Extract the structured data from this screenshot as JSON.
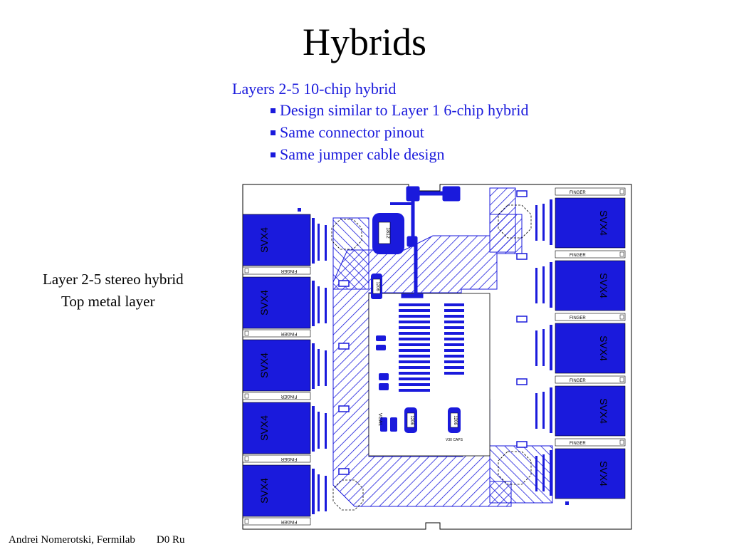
{
  "slide": {
    "title": "Hybrids",
    "intro": "Layers 2-5 10-chip hybrid",
    "bullets": [
      "Design similar to Layer 1 6-chip hybrid",
      "Same connector pinout",
      "Same jumper cable design"
    ],
    "caption_line1": "Layer 2-5 stereo hybrid",
    "caption_line2": "Top metal layer",
    "footer_author": "Andrei Nomerotski, Fermilab",
    "footer_event": "D0 Ru"
  },
  "diagram": {
    "chip_label": "SVX4",
    "finger_label": "FINGER",
    "vcal_label": "VCAL",
    "caps_label": "V30 CAPS",
    "part_labels": [
      "1812",
      "1206",
      "1206",
      "1206"
    ],
    "colors": {
      "blue": "#1a1adc",
      "hatch": "#1a1adc",
      "outline": "#000000"
    }
  }
}
